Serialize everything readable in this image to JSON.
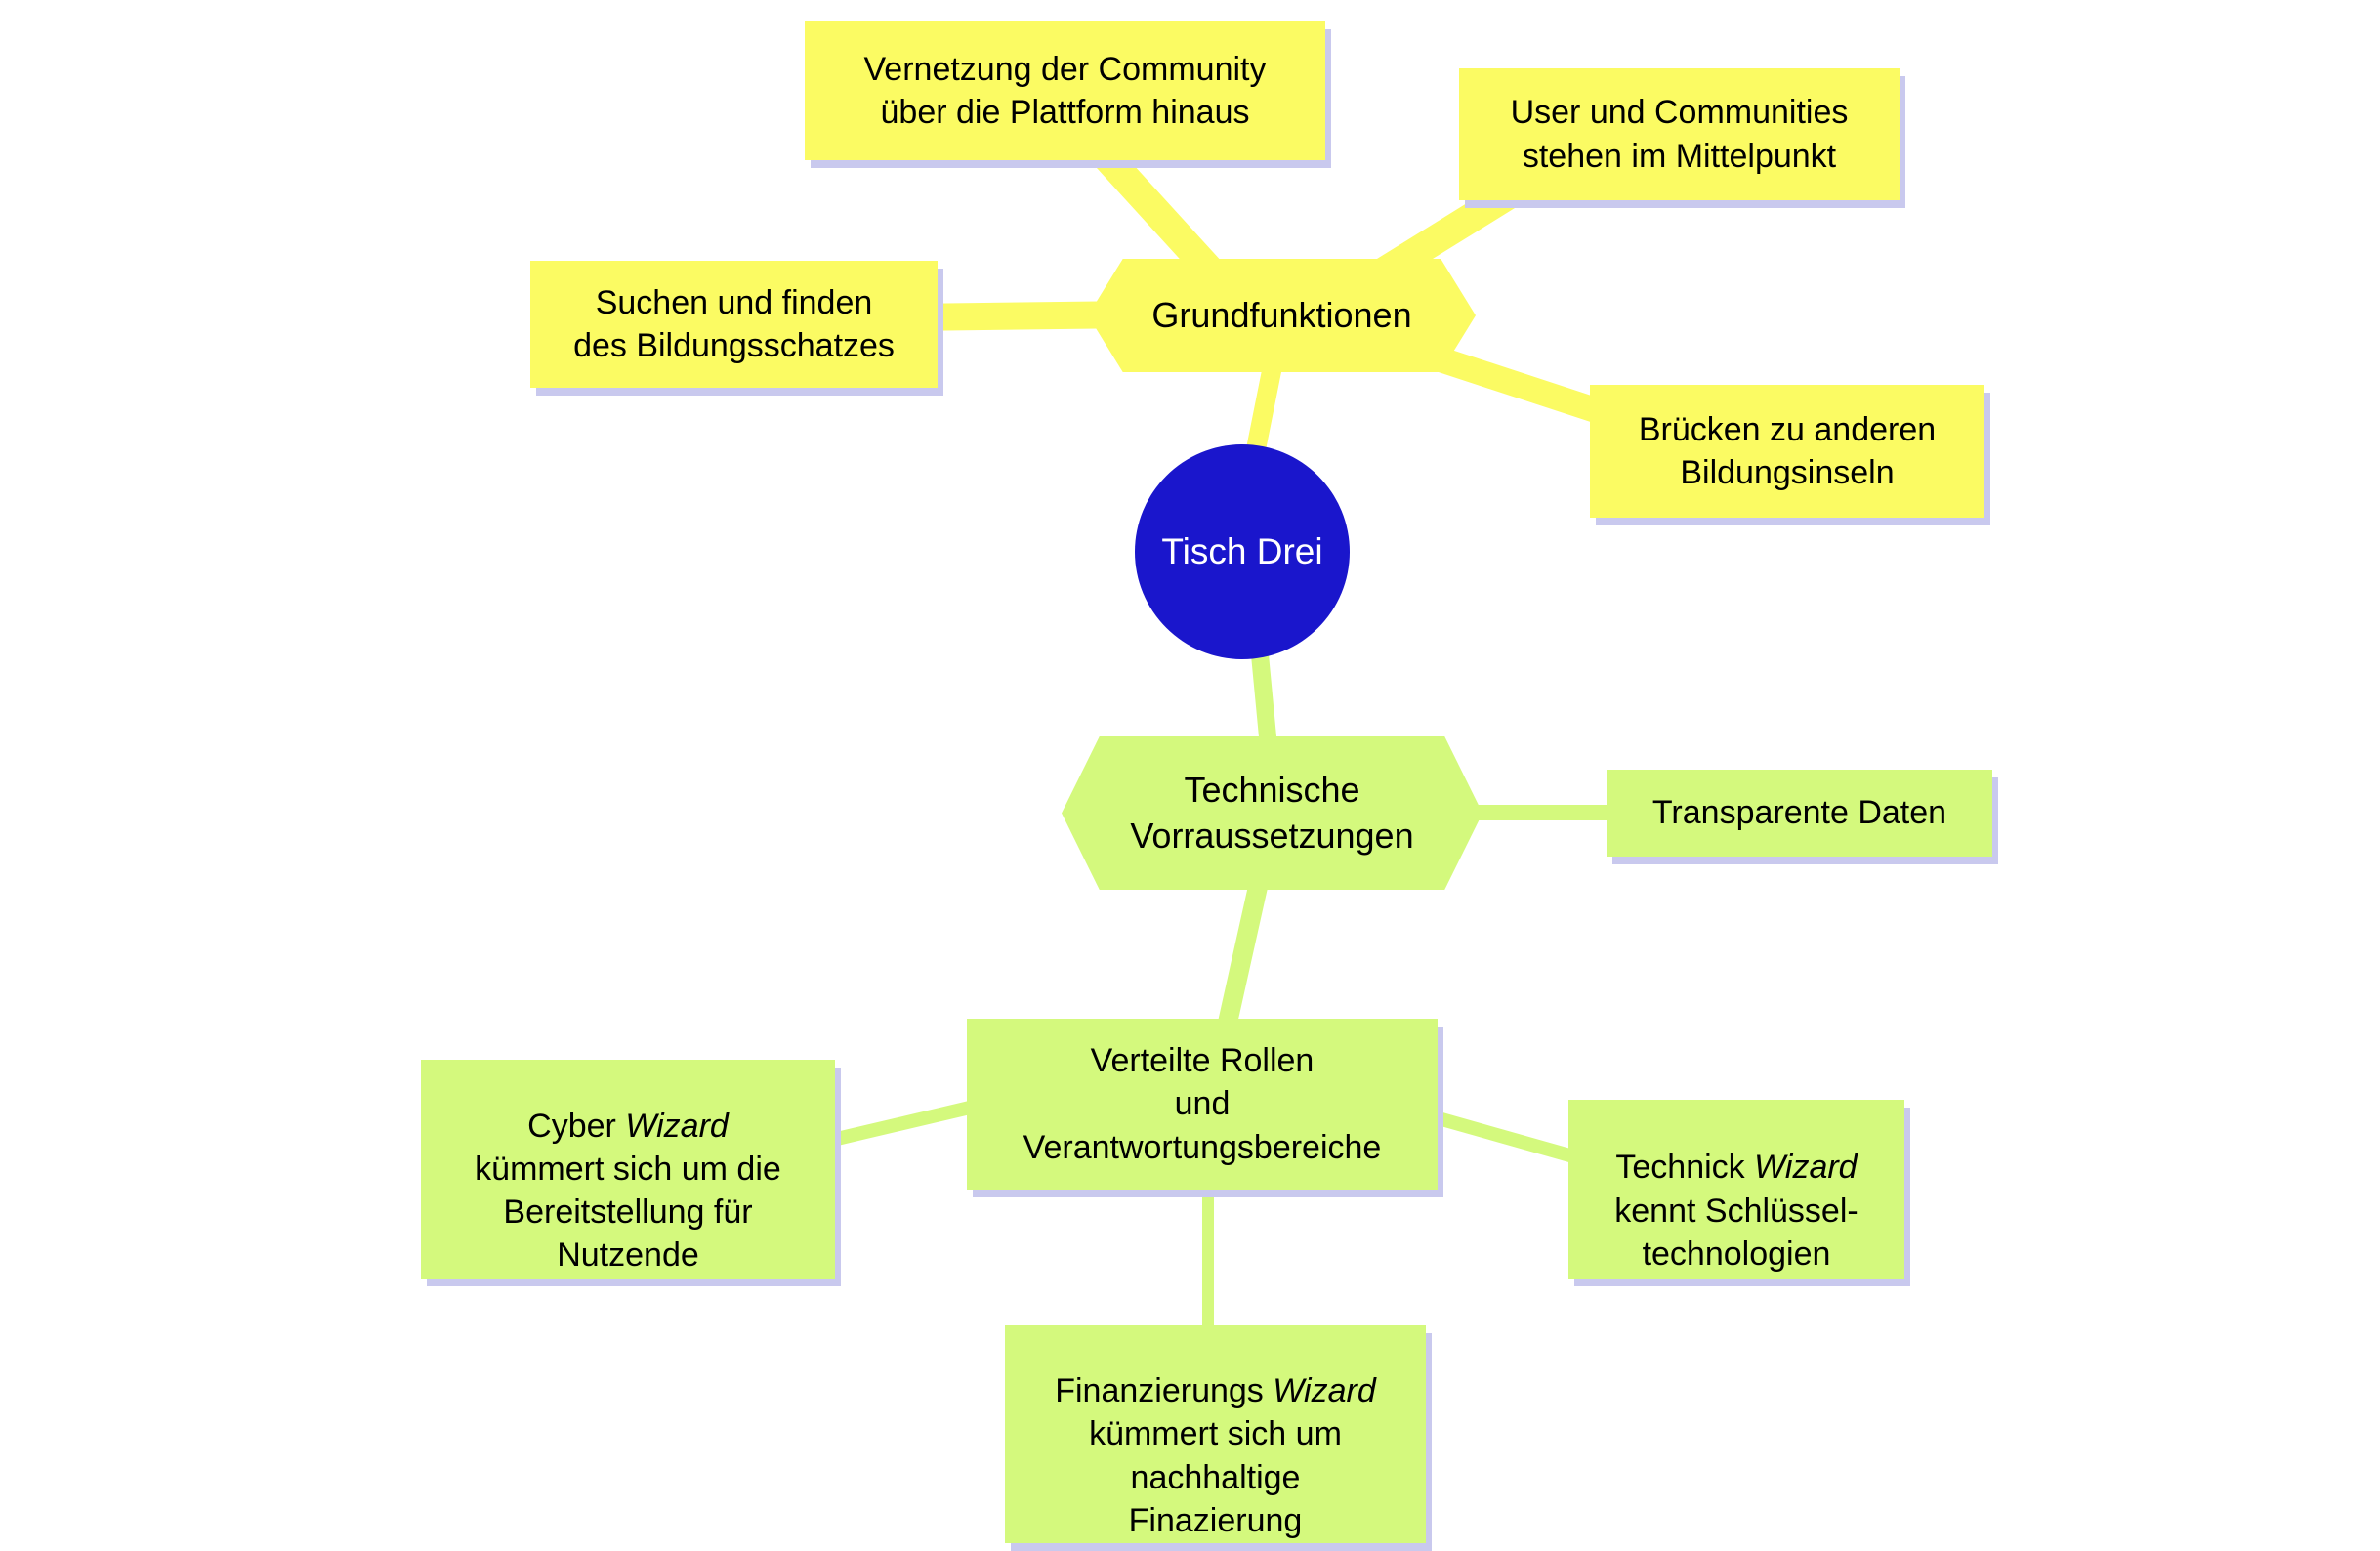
{
  "colors": {
    "root_fill": "#1a16cc",
    "root_text": "#ffffff",
    "yellow_fill": "#fbfb63",
    "green_fill": "#d4f97d",
    "shadow": "#c9c9ee",
    "text": "#000000"
  },
  "root": {
    "label": "Tisch Drei"
  },
  "grundfunktionen": {
    "label": "Grundfunktionen",
    "children": {
      "vernetzung": {
        "label": "Vernetzung der Community\nüber die Plattform hinaus"
      },
      "user": {
        "label": "User und Communities\nstehen im Mittelpunkt"
      },
      "suchen": {
        "label": "Suchen und finden\ndes Bildungsschatzes"
      },
      "bruecken": {
        "label": "Brücken zu anderen\nBildungsinseln"
      }
    }
  },
  "technik": {
    "label": "Technische\nVorraussetzungen",
    "children": {
      "transparente": {
        "label": "Transparente Daten"
      },
      "verteilte": {
        "label": "Verteilte Rollen\nund\nVerantwortungsbereiche"
      },
      "cyber": {
        "prefix": "Cyber ",
        "wizard": "Wizard",
        "rest": "\nkümmert sich um die\nBereitstellung für\nNutzende"
      },
      "technick": {
        "prefix": "Technick ",
        "wizard": "Wizard",
        "rest": "\nkennt Schlüssel-\ntechnologien"
      },
      "finanzierung": {
        "prefix": "Finanzierungs ",
        "wizard": "Wizard",
        "rest": "\nkümmert sich um\nnachhaltige\nFinazierung"
      }
    }
  }
}
